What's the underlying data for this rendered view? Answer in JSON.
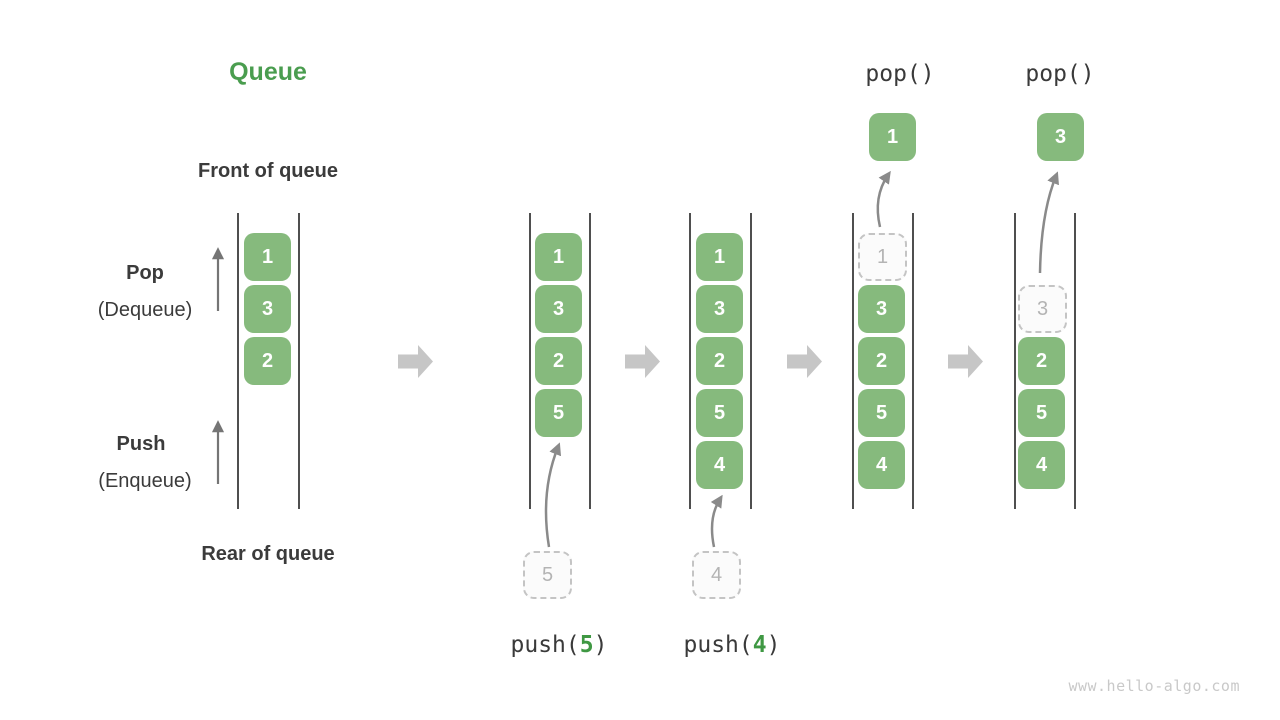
{
  "title": "Queue",
  "side_labels": {
    "front": "Front of queue",
    "rear": "Rear of queue",
    "pop": "Pop",
    "pop_alias": "(Dequeue)",
    "push": "Push",
    "push_alias": "(Enqueue)"
  },
  "colors": {
    "accent_green": "#4a9d4f",
    "box_green": "#86ba7d",
    "code_digit_green": "#3f9843",
    "dark_text": "#3b3b3b",
    "ghost_gray": "#b4b4b4",
    "arrow_gray": "#8a8a8a",
    "block_arrow_gray": "#c6c6c6"
  },
  "states": [
    {
      "cells": [
        "1",
        "3",
        "2"
      ]
    },
    {
      "cells": [
        "1",
        "3",
        "2",
        "5"
      ],
      "incoming": "5",
      "op": {
        "pre": "push(",
        "arg": "5",
        "post": ")"
      }
    },
    {
      "cells": [
        "1",
        "3",
        "2",
        "5",
        "4"
      ],
      "incoming": "4",
      "op": {
        "pre": "push(",
        "arg": "4",
        "post": ")"
      }
    },
    {
      "ghost": "1",
      "cells": [
        "3",
        "2",
        "5",
        "4"
      ],
      "popped": "1",
      "op": "pop()"
    },
    {
      "ghost": "3",
      "cells": [
        "2",
        "5",
        "4"
      ],
      "popped": "3",
      "op": "pop()"
    }
  ],
  "watermark": "www.hello-algo.com"
}
